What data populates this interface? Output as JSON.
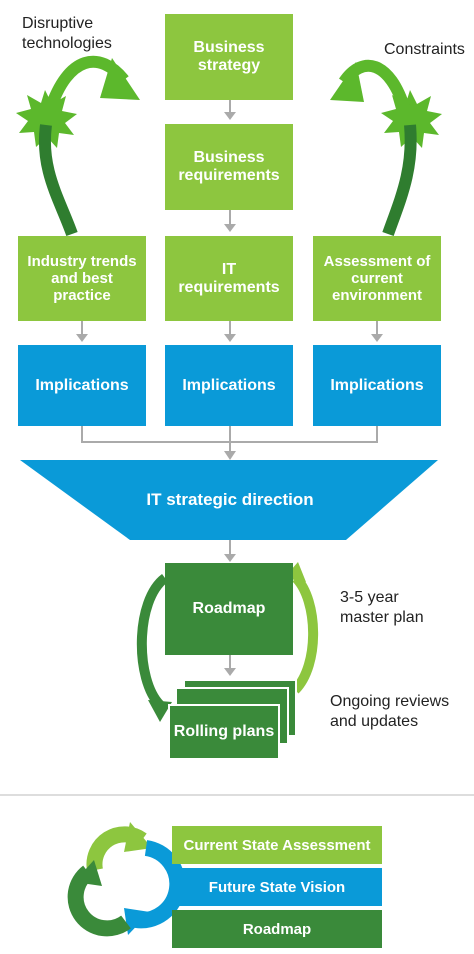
{
  "top_labels": {
    "disruptive": "Disruptive technologies",
    "constraints": "Constraints"
  },
  "green_boxes": {
    "business_strategy": "Business strategy",
    "business_requirements": "Business requirements",
    "industry_trends": "Industry trends and best practice",
    "it_requirements": "IT requirements",
    "assessment": "Assessment of current environment"
  },
  "implications": [
    "Implications",
    "Implications",
    "Implications"
  ],
  "strategic_direction": "IT strategic direction",
  "roadmap": "Roadmap",
  "rolling_plans": "Rolling plans",
  "side_labels": {
    "master_plan": "3-5 year master plan",
    "reviews": "Ongoing reviews and updates"
  },
  "legend": {
    "items": [
      "Current State Assessment",
      "Future State Vision",
      "Roadmap"
    ]
  },
  "colors": {
    "light_green": "#8dc63f",
    "blue": "#0a9ad8",
    "dark_green": "#3a8a3a",
    "connector_grey": "#aaaaaa"
  }
}
